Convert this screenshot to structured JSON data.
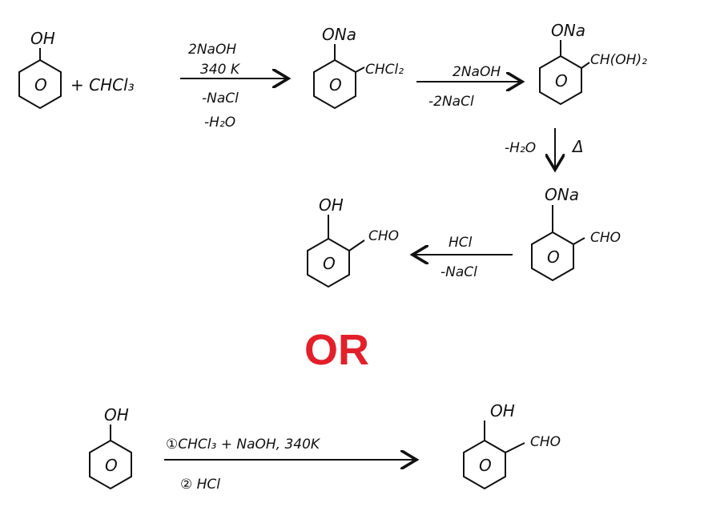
{
  "title": "Reimer-Tiemann reaction mechanism",
  "accent_color": "#e3202a",
  "step1": {
    "reactant_group": "OH",
    "ring_label": "O",
    "plus_reagent": "+ CHCl₃",
    "arrow_above_1": "2NaOH",
    "arrow_above_2": "340 K",
    "arrow_below_1": "-NaCl",
    "arrow_below_2": "-H₂O",
    "product_group": "ONa",
    "product_substituent": "CHCl₂"
  },
  "step2": {
    "arrow_above": "2NaOH",
    "arrow_below": "-2NaCl",
    "product_group": "ONa",
    "product_substituent": "CH(OH)₂"
  },
  "step3": {
    "arrow_left": "-H₂O",
    "arrow_right": "Δ",
    "product_group": "ONa",
    "product_substituent": "CHO"
  },
  "step4": {
    "arrow_above": "HCl",
    "arrow_below": "-NaCl",
    "product_group": "OH",
    "product_substituent": "CHO"
  },
  "separator": "OR",
  "summary": {
    "reactant_group": "OH",
    "condition_1": "①CHCl₃ + NaOH, 340K",
    "condition_2": "②  HCl",
    "product_group": "OH",
    "product_substituent": "CHO"
  }
}
